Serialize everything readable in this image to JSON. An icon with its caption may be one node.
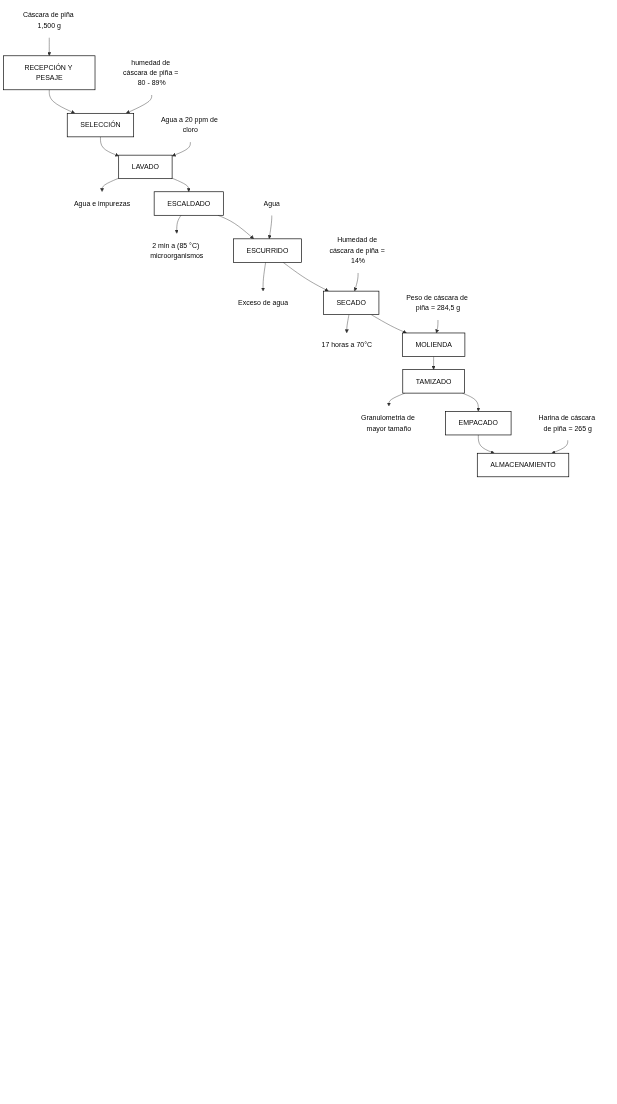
{
  "diagram": {
    "nodes": [
      {
        "text": [
          "Cáscara de piña 1,500 g"
        ]
      },
      {
        "text": [
          "RECEPCIÓN Y PESAJE"
        ]
      },
      {
        "text": [
          "humedad de cáscara de piña = 80 - 89%"
        ]
      },
      {
        "text": [
          "SELECCIÓN"
        ]
      },
      {
        "text": [
          "Agua a 20 ppm de cloro"
        ]
      },
      {
        "text": [
          "LAVADO"
        ]
      },
      {
        "text": [
          "Agua e impurezas"
        ]
      },
      {
        "text": [
          "ESCALDADO"
        ]
      },
      {
        "text": [
          "2 min a (85 °C) microorganismos"
        ]
      },
      {
        "text": [
          "Agua"
        ]
      },
      {
        "text": [
          "ESCURRIDO"
        ]
      },
      {
        "text": [
          "Exceso de agua"
        ]
      },
      {
        "text": [
          "Humedad de cáscara de piña = 14%"
        ]
      },
      {
        "text": [
          "SECADO"
        ]
      },
      {
        "text": [
          "17 horas a 70°C"
        ]
      },
      {
        "text": [
          "Peso de cáscara de piña = 284,5 g"
        ]
      },
      {
        "text": [
          "MOLIENDA"
        ]
      },
      {
        "text": [
          "TAMIZADO"
        ]
      },
      {
        "text": [
          "Granulometria de mayor tamaño"
        ]
      },
      {
        "text": [
          "EMPACADO"
        ]
      },
      {
        "text": [
          "Harina de cáscara de piña = 265 g"
        ]
      },
      {
        "text": [
          "ALMACENAMIENTO"
        ]
      }
    ],
    "edges": [
      {
        "from": 0,
        "to": 1,
        "arrow": "to"
      },
      {
        "from": 1,
        "to": 3,
        "arrow": "to"
      },
      {
        "from": 2,
        "to": 3,
        "arrow": "to"
      },
      {
        "from": 3,
        "to": 5,
        "arrow": "to"
      },
      {
        "from": 4,
        "to": 5,
        "arrow": "to"
      },
      {
        "from": 5,
        "to": 6,
        "arrow": "to"
      },
      {
        "from": 5,
        "to": 7,
        "arrow": "to"
      },
      {
        "from": 7,
        "to": 8,
        "arrow": "to"
      },
      {
        "from": 7,
        "to": 10,
        "arrow": "to"
      },
      {
        "from": 9,
        "to": 10,
        "arrow": "to"
      },
      {
        "from": 10,
        "to": 11,
        "arrow": "to"
      },
      {
        "from": 10,
        "to": 13,
        "arrow": "to"
      },
      {
        "from": 12,
        "to": 13,
        "arrow": "to"
      },
      {
        "from": 13,
        "to": 14,
        "arrow": "to"
      },
      {
        "from": 13,
        "to": 16,
        "arrow": "to"
      },
      {
        "from": 15,
        "to": 16,
        "arrow": "to"
      },
      {
        "from": 16,
        "to": 17,
        "arrow": "to"
      },
      {
        "from": 17,
        "to": 18,
        "arrow": "to"
      },
      {
        "from": 17,
        "to": 19,
        "arrow": "to"
      },
      {
        "from": 19,
        "to": 21,
        "arrow": "to"
      },
      {
        "from": 20,
        "to": 21,
        "arrow": "to"
      }
    ]
  }
}
